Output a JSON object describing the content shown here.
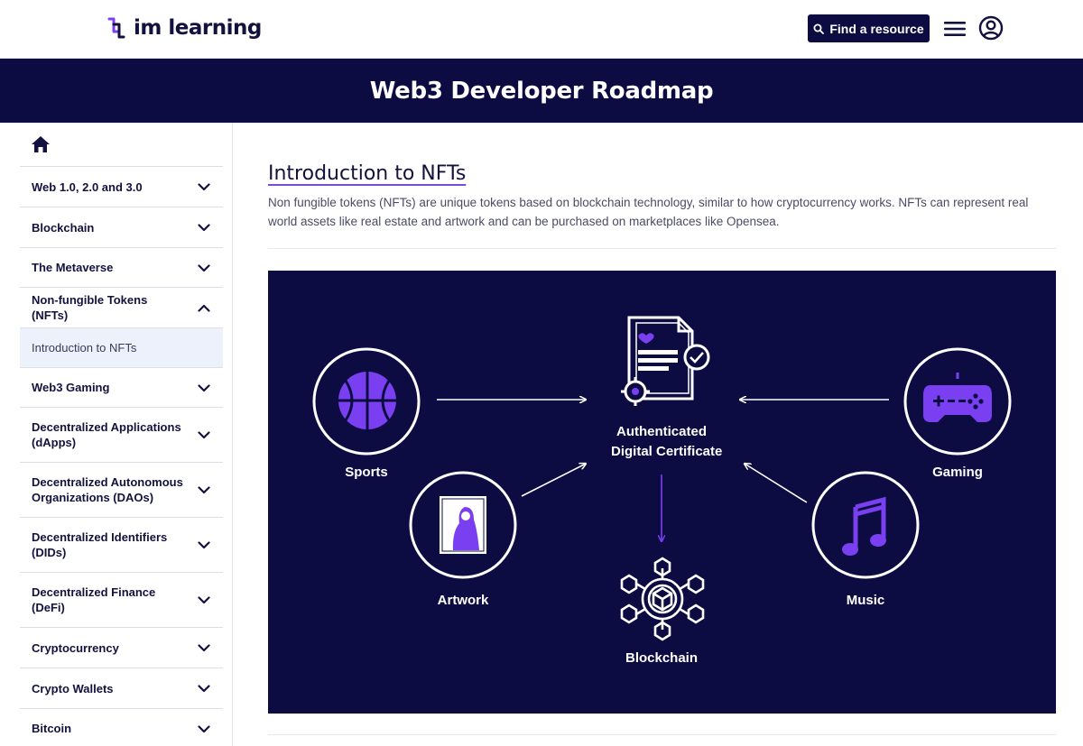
{
  "header": {
    "logo_text": "im learning",
    "find_button_label": "Find a resource",
    "icons": [
      "search-icon",
      "hamburger-menu-icon",
      "account-icon"
    ]
  },
  "banner": {
    "title": "Web3 Developer Roadmap"
  },
  "sidebar": {
    "home_icon": "home-icon",
    "items": [
      {
        "label": "Web 1.0, 2.0 and 3.0",
        "state": "collapsed"
      },
      {
        "label": "Blockchain",
        "state": "collapsed"
      },
      {
        "label": "The Metaverse",
        "state": "collapsed"
      },
      {
        "label": "Non-fungible Tokens (NFTs)",
        "state": "expanded"
      },
      {
        "label": "Introduction to NFTs",
        "state": "selected-subitem"
      },
      {
        "label": "Web3 Gaming",
        "state": "collapsed"
      },
      {
        "label": "Decentralized Applications (dApps)",
        "state": "collapsed"
      },
      {
        "label": "Decentralized Autonomous Organizations (DAOs)",
        "state": "collapsed"
      },
      {
        "label": "Decentralized Identifiers (DIDs)",
        "state": "collapsed"
      },
      {
        "label": "Decentralized Finance (DeFi)",
        "state": "collapsed"
      },
      {
        "label": "Cryptocurrency",
        "state": "collapsed"
      },
      {
        "label": "Crypto Wallets",
        "state": "collapsed"
      },
      {
        "label": "Bitcoin",
        "state": "collapsed"
      }
    ]
  },
  "article": {
    "title": "Introduction to NFTs",
    "body": "Non fungible tokens (NFTs) are unique tokens based on blockchain technology, similar to how cryptocurrency works. NFTs can represent real world assets like real estate and artwork and can be purchased on marketplaces like Opensea."
  },
  "figure": {
    "center_label_line1": "Authenticated",
    "center_label_line2": "Digital Certificate",
    "sports_label": "Sports",
    "artwork_label": "Artwork",
    "gaming_label": "Gaming",
    "music_label": "Music",
    "blockchain_label": "Blockchain",
    "colors": {
      "background": "#0d0c42",
      "accent": "#7a3ff0",
      "line": "#ffffff"
    }
  }
}
